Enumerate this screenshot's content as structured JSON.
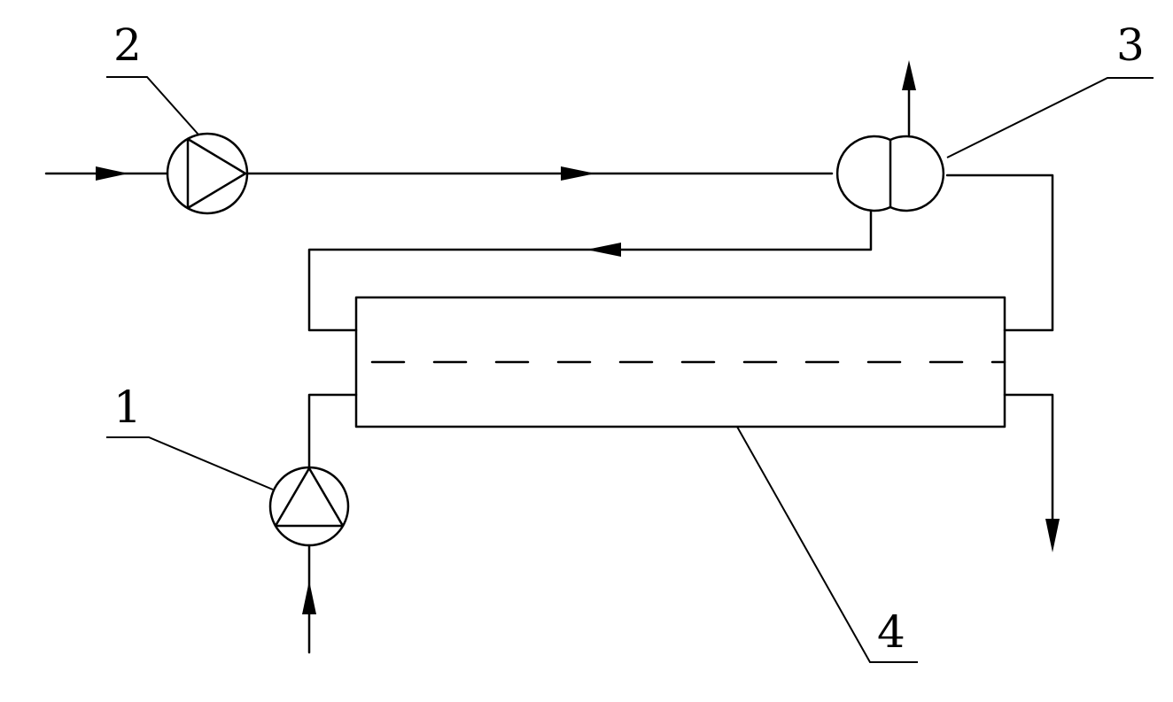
{
  "labels": {
    "pump_1": "1",
    "pump_2": "2",
    "separator_3": "3",
    "module_4": "4"
  },
  "colors": {
    "line": "#000000",
    "background": "#ffffff"
  }
}
